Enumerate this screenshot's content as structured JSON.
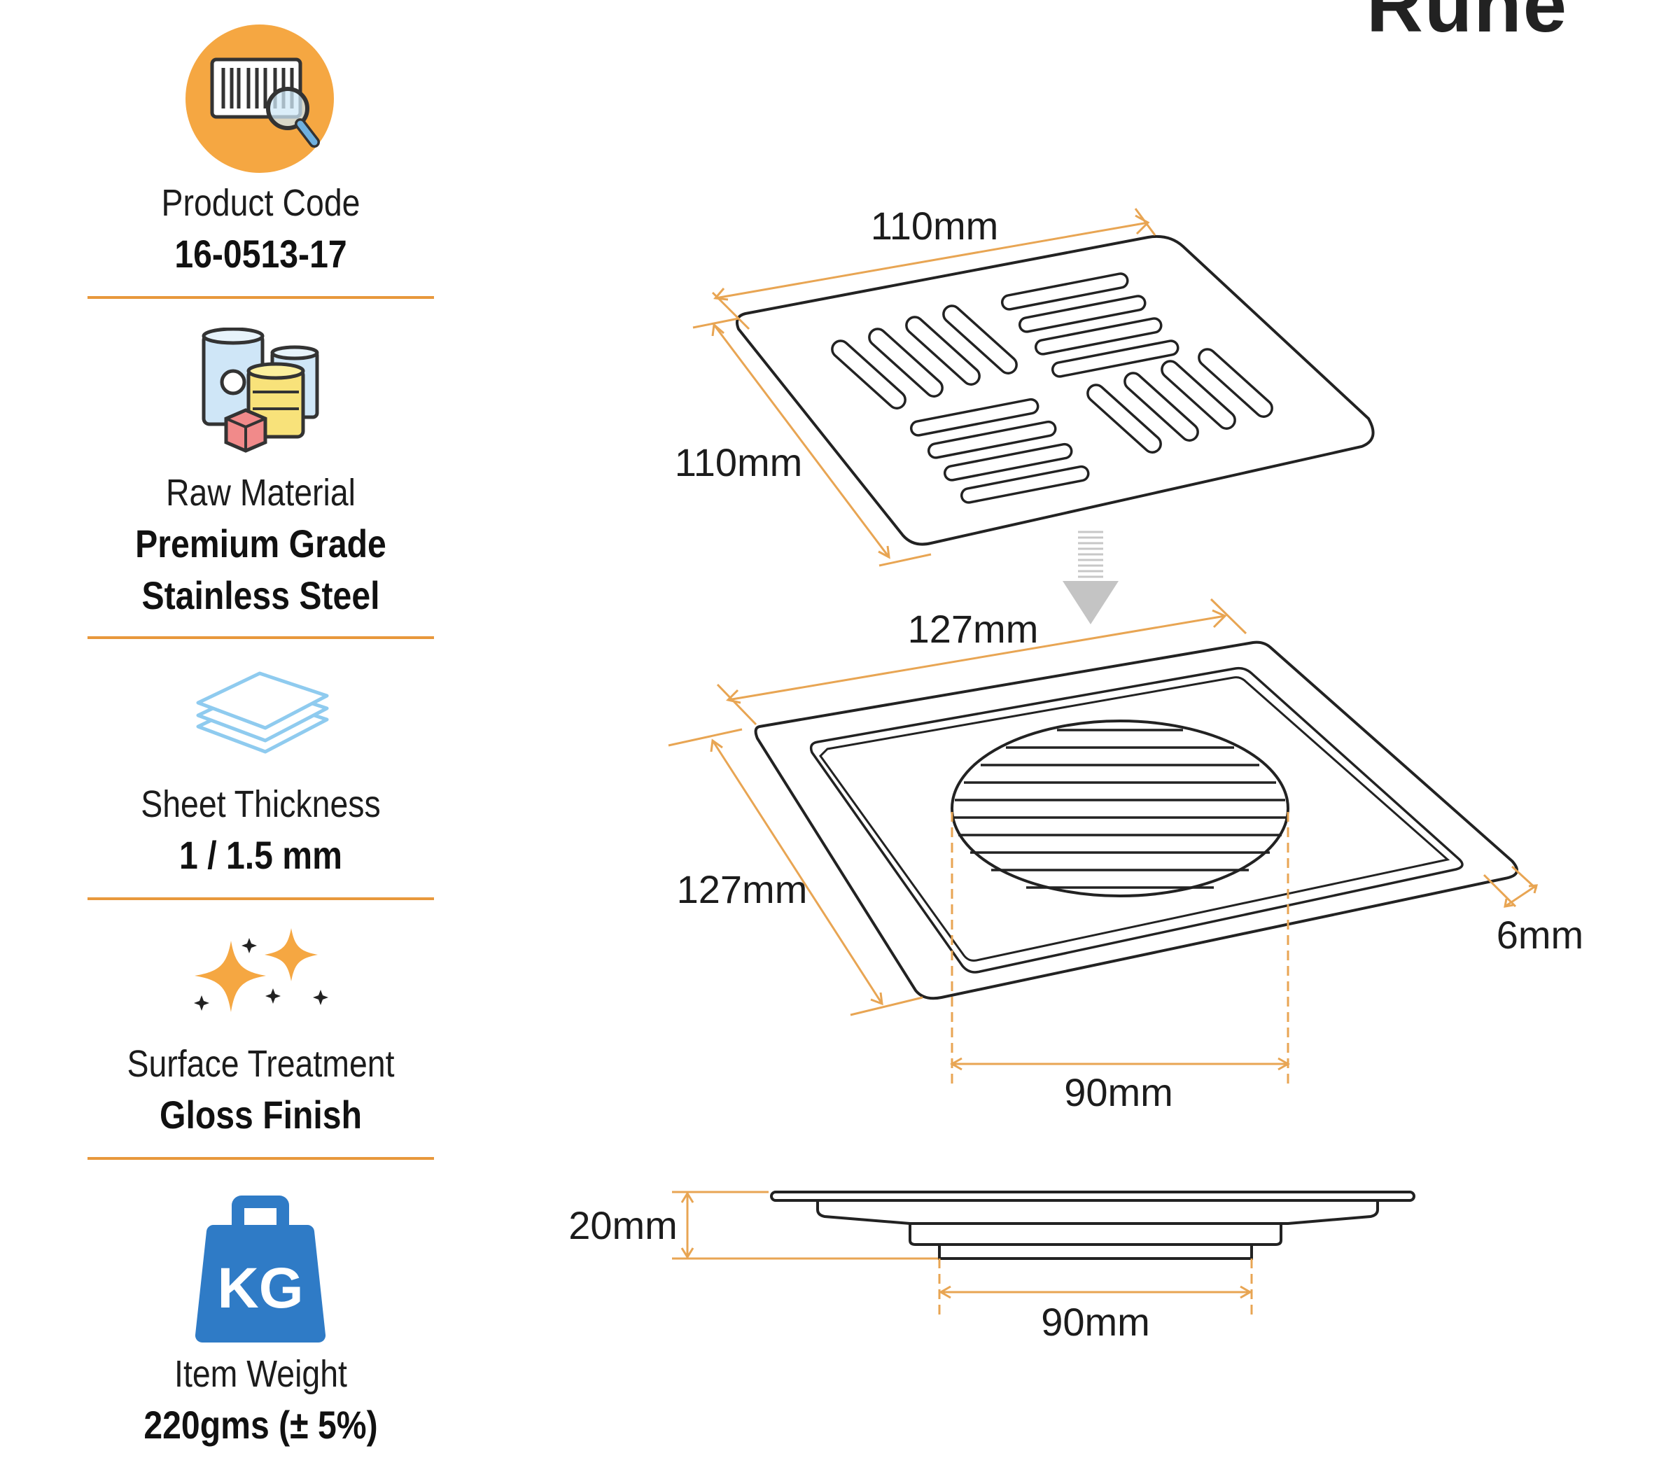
{
  "brand": {
    "name": "Rune"
  },
  "specs": {
    "product_code": {
      "label": "Product Code",
      "value": "16-0513-17"
    },
    "raw_material": {
      "label": "Raw Material",
      "value_line1": "Premium Grade",
      "value_line2": "Stainless Steel"
    },
    "sheet_thickness": {
      "label": "Sheet Thickness",
      "value": "1 / 1.5 mm"
    },
    "surface_treatment": {
      "label": "Surface Treatment",
      "value": "Gloss Finish"
    },
    "item_weight": {
      "label": "Item Weight",
      "value": "220gms (± 5%)",
      "icon_text": "KG"
    }
  },
  "dimensions": {
    "grate_width": "110mm",
    "grate_length": "110mm",
    "frame_width": "127mm",
    "frame_length": "127mm",
    "frame_height": "6mm",
    "outlet_top": "90mm",
    "body_height": "20mm",
    "outlet_side": "90mm"
  },
  "colors": {
    "accent": "#e8983c",
    "icon_orange": "#f5a742",
    "kg_blue": "#2f7bc6",
    "line": "#222222"
  },
  "icons": [
    "barcode-search-icon",
    "material-cans-icon",
    "sheet-layers-icon",
    "sparkle-icon",
    "kg-weight-icon"
  ]
}
